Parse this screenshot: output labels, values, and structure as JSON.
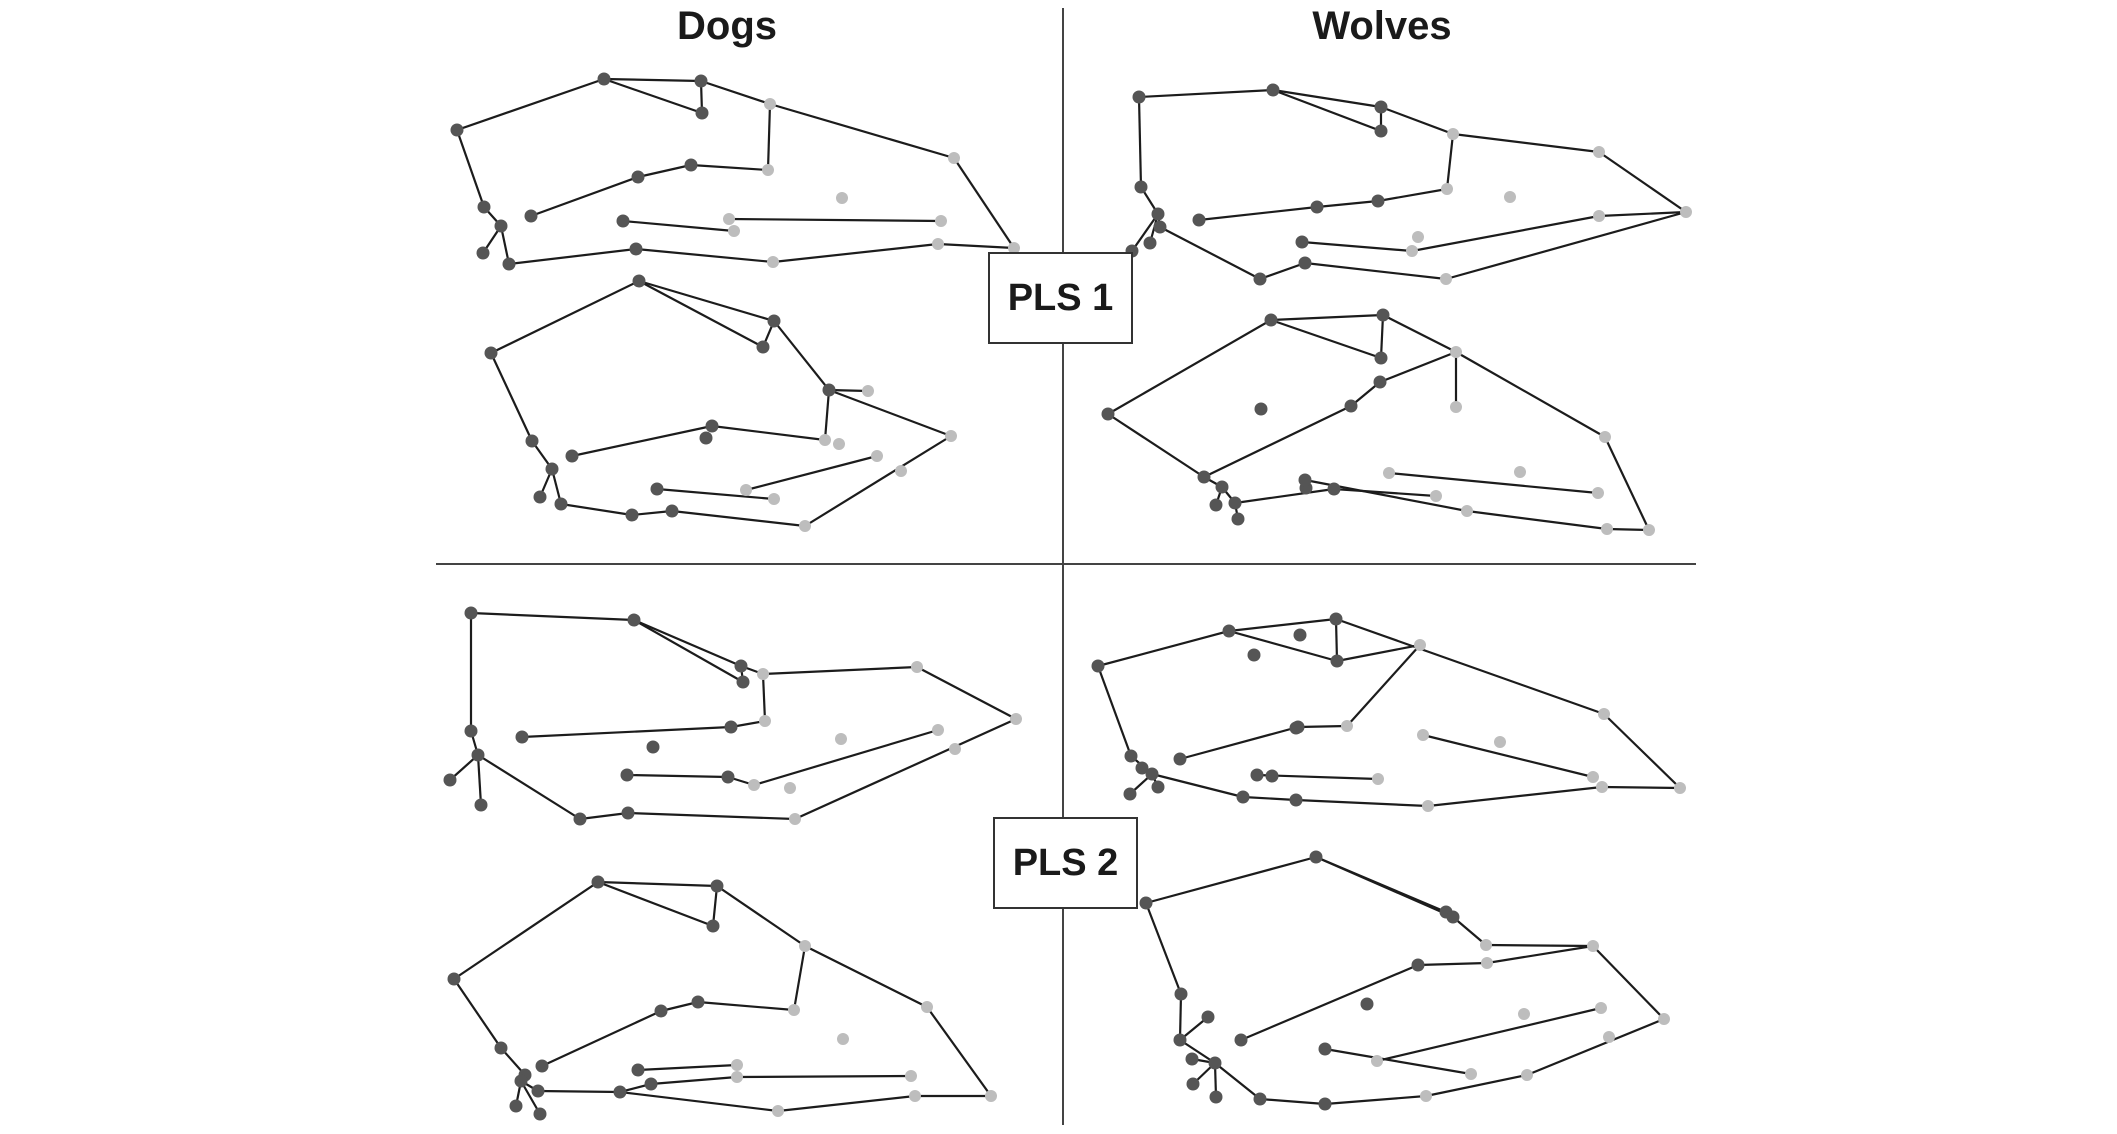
{
  "columns": {
    "left": "Dogs",
    "right": "Wolves"
  },
  "rows": {
    "top": "PLS 1",
    "bottom": "PLS 2"
  },
  "colors": {
    "landmark_dark": "#555555",
    "landmark_light": "#bdbdbd",
    "link": "#1c1c1c",
    "axis": "#444444"
  }
}
